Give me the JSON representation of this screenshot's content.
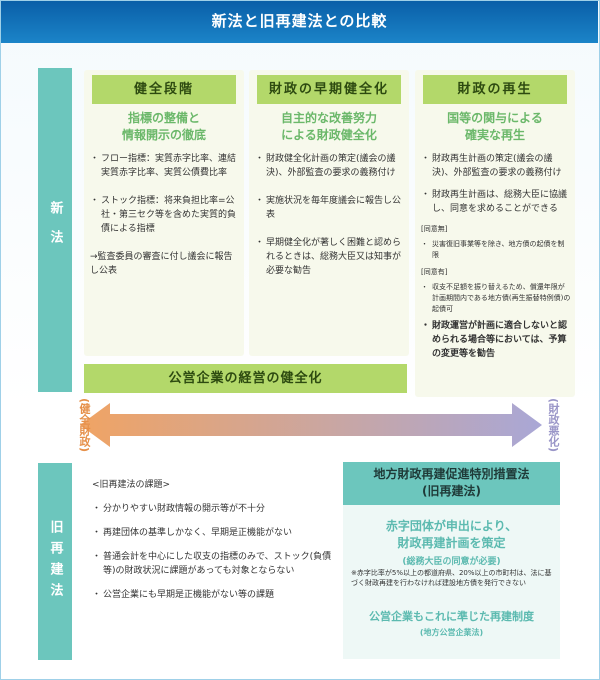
{
  "title": "新法と旧再建法との比較",
  "sidebar": {
    "new": "新法",
    "old": "旧再建法"
  },
  "columns": [
    {
      "title": "健全段階",
      "subtitle": [
        "指標の整備と",
        "情報開示の徹底"
      ],
      "items": [
        "フロー指標：実質赤字比率、連結実質赤字比率、実質公債費比率",
        "ストック指標：将来負担比率=公社・第三セク等を含めた実質的負債による指標"
      ],
      "note": "→監査委員の審査に付し議会に報告し公表"
    },
    {
      "title": "財政の早期健全化",
      "subtitle": [
        "自主的な改善努力",
        "による財政健全化"
      ],
      "items": [
        "財政健全化計画の策定(議会の議決)、外部監査の要求の義務付け",
        "実施状況を毎年度議会に報告し公表",
        "早期健全化が著しく困難と認められるときは、総務大臣又は知事が必要な勧告"
      ]
    },
    {
      "title": "財政の再生",
      "subtitle": [
        "国等の関与による",
        "確実な再生"
      ],
      "items": [
        "財政再生計画の策定(議会の議決)、外部監査の要求の義務付け",
        "財政再生計画は、総務大臣に協議し、同意を求めることができる"
      ],
      "tag1": "[同意無]",
      "small1": "災害復旧事業等を除き、地方債の起債を制限",
      "tag2": "[同意有]",
      "small2": "収支不足額を振り替えるため、償還年限が計画期間内である地方債(再生振替特例債)の起債可",
      "final": "財政運営が計画に適合しないと認められる場合等においては、予算の変更等を勧告"
    }
  ],
  "koei": "公営企業の経営の健全化",
  "arrow": {
    "left": "(健全財政)",
    "right": "(財政悪化)"
  },
  "old_issues": {
    "head": "<旧再建法の課題>",
    "items": [
      "分かりやすい財政情報の開示等が不十分",
      "再建団体の基準しかなく、早期是正機能がない",
      "普通会計を中心にした収支の指標のみで、ストック(負債等)の財政状況に課題があっても対象とならない",
      "公営企業にも早期是正機能がない等の課題"
    ]
  },
  "newlaw": {
    "title": [
      "地方財政再建促進特別措置法",
      "(旧再建法)"
    ],
    "sub": [
      "赤字団体が申出により、",
      "財政再建計画を策定"
    ],
    "sub2": "(総務大臣の同意が必要)",
    "note": "※赤字比率が5%以上の都道府県、20%以上の市町村は、法に基づく財政再建を行わなければ建設地方債を発行できない",
    "foot": "公営企業もこれに準じた再建制度",
    "foot2": "(地方公営企業法)"
  },
  "colors": {
    "green": "#b3d86a",
    "teal": "#6cc6bd",
    "header": "#0a5fa8",
    "orange": "#f0a464",
    "purple": "#a9a7d6"
  }
}
